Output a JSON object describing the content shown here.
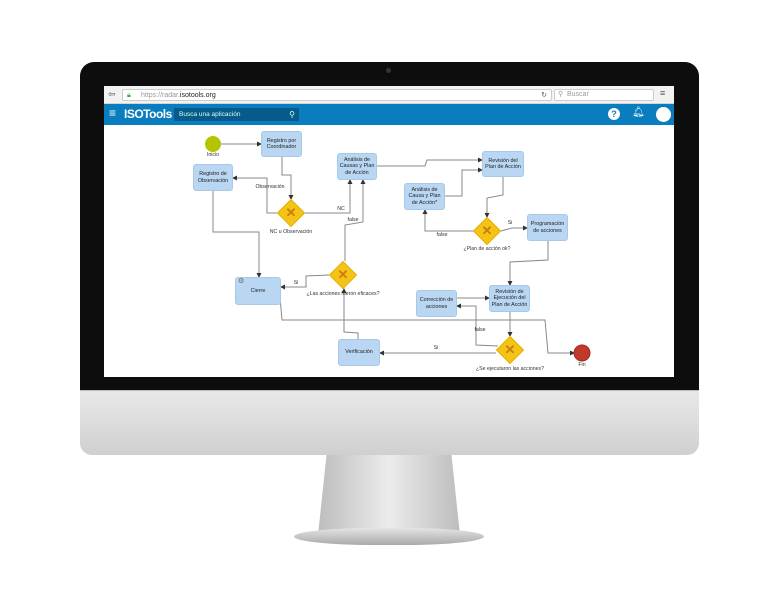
{
  "browser": {
    "url_scheme": "https://radar.",
    "url_host": "isotools.org",
    "search_placeholder": "Buscar"
  },
  "app": {
    "logo": "ISOTools",
    "search_placeholder": "Busca una aplicación",
    "help_icon": "question-circle",
    "bell_icon": "bell"
  },
  "diagram": {
    "events": {
      "start": "Inicio",
      "end": "Fin"
    },
    "tasks": {
      "registro_coord": "Registro por Coordinador",
      "registro_obs": "Registro de Observación",
      "analisis": "Análisis de Causas y Plan de Acción",
      "revision_plan": "Revisión del Plan de Acción",
      "analisis2": "Análisis de Causa y Plan de Acción*",
      "programacion": "Programación de acciones",
      "cierre": "Cierre",
      "correccion": "Corrección de acciones",
      "revision_ejec": "Revisión de Ejecución del Plan de Acción",
      "verificacion": "Verificación"
    },
    "gateways": {
      "g1": "NC u Observación",
      "g2": "¿Plan de acción ok?",
      "g3": "¿Las acciones fueron eficaces?",
      "g4": "¿Se ejecutaron las acciones?"
    },
    "flows": {
      "observacion": "Observación",
      "nc": "NC",
      "false1": "false",
      "false2": "false",
      "false3": "false",
      "si1": "Si",
      "si2": "Si",
      "si3": "Si"
    }
  },
  "colors": {
    "appbar": "#0a7dbf",
    "task": "#b9d7f3",
    "gateway": "#f5c316",
    "start": "#b5c400",
    "end": "#c0392b"
  }
}
